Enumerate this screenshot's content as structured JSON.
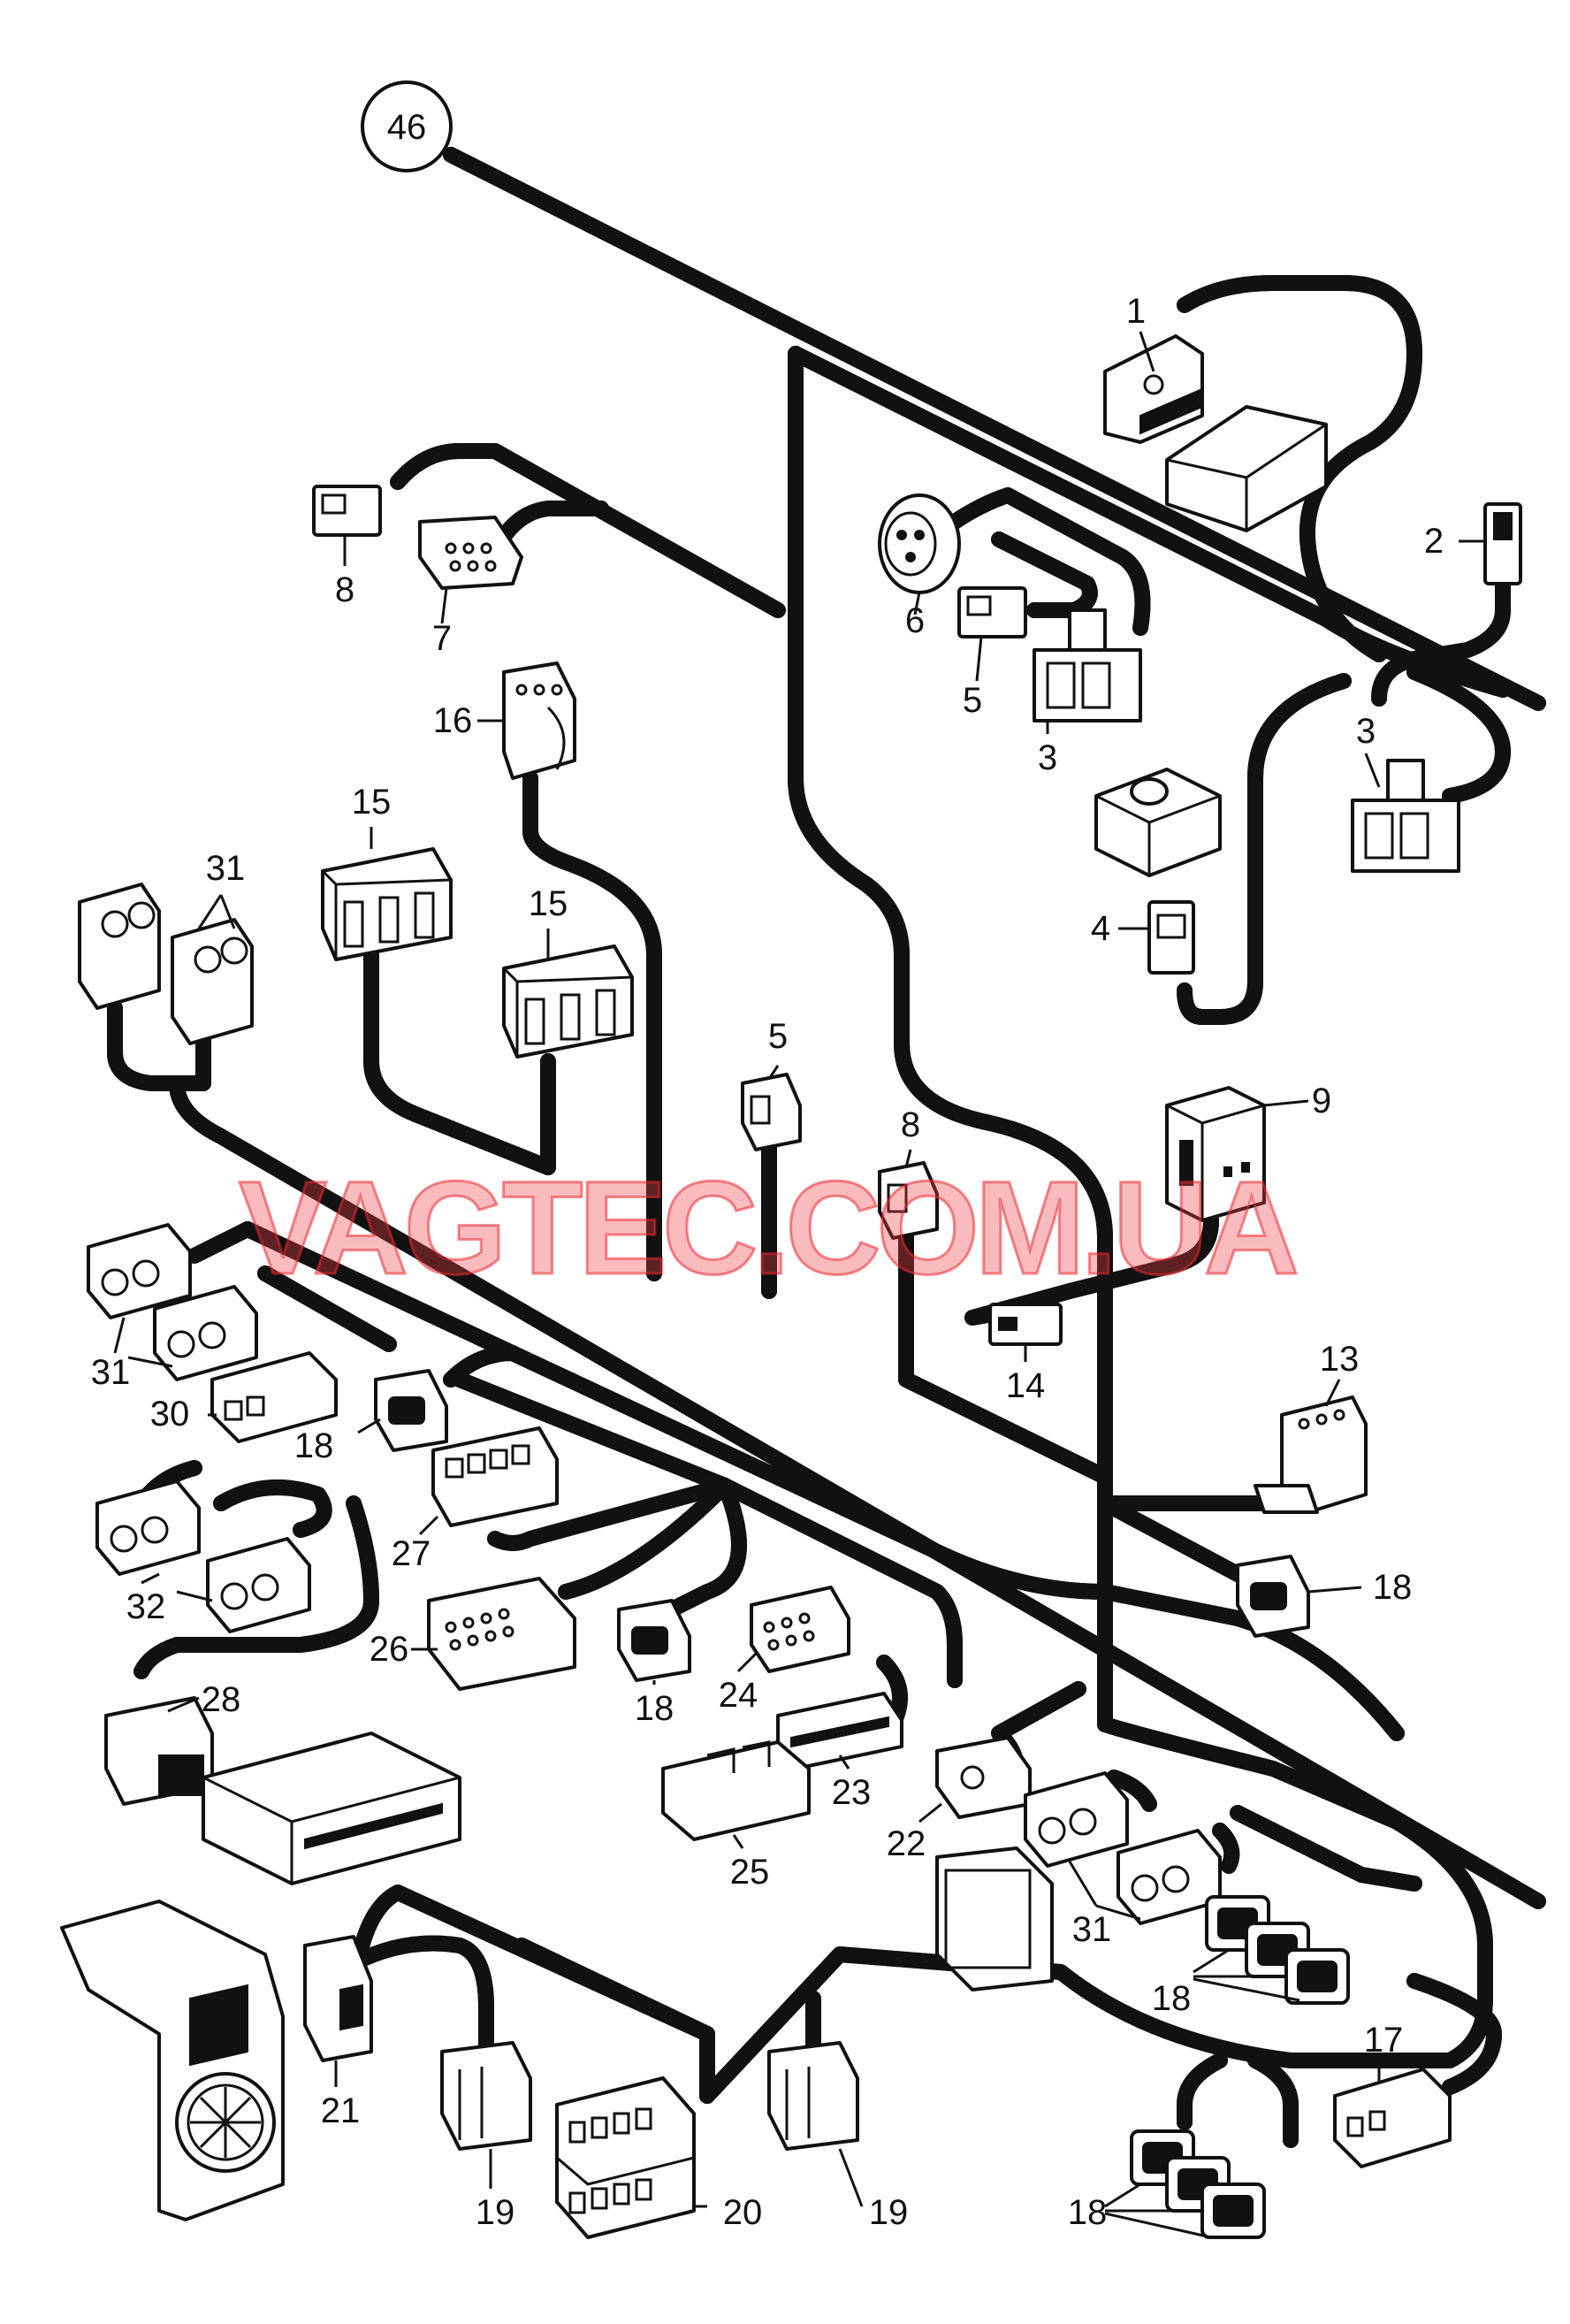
{
  "diagram": {
    "reference_number": "46",
    "watermark": "VAGTEC.COM.UA",
    "colors": {
      "line": "#111111",
      "background": "#ffffff",
      "watermark": "#f03c46"
    },
    "callouts": [
      {
        "id": "c1",
        "label": "1"
      },
      {
        "id": "c2",
        "label": "2"
      },
      {
        "id": "c3a",
        "label": "3"
      },
      {
        "id": "c3b",
        "label": "3"
      },
      {
        "id": "c4",
        "label": "4"
      },
      {
        "id": "c5a",
        "label": "5"
      },
      {
        "id": "c5b",
        "label": "5"
      },
      {
        "id": "c6",
        "label": "6"
      },
      {
        "id": "c7",
        "label": "7"
      },
      {
        "id": "c8a",
        "label": "8"
      },
      {
        "id": "c8b",
        "label": "8"
      },
      {
        "id": "c9",
        "label": "9"
      },
      {
        "id": "c13",
        "label": "13"
      },
      {
        "id": "c14",
        "label": "14"
      },
      {
        "id": "c15a",
        "label": "15"
      },
      {
        "id": "c15b",
        "label": "15"
      },
      {
        "id": "c16",
        "label": "16"
      },
      {
        "id": "c17",
        "label": "17"
      },
      {
        "id": "c18a",
        "label": "18"
      },
      {
        "id": "c18b",
        "label": "18"
      },
      {
        "id": "c18c",
        "label": "18"
      },
      {
        "id": "c18d",
        "label": "18"
      },
      {
        "id": "c18e",
        "label": "18"
      },
      {
        "id": "c19a",
        "label": "19"
      },
      {
        "id": "c19b",
        "label": "19"
      },
      {
        "id": "c20",
        "label": "20"
      },
      {
        "id": "c21",
        "label": "21"
      },
      {
        "id": "c22",
        "label": "22"
      },
      {
        "id": "c23",
        "label": "23"
      },
      {
        "id": "c24",
        "label": "24"
      },
      {
        "id": "c25",
        "label": "25"
      },
      {
        "id": "c26",
        "label": "26"
      },
      {
        "id": "c27",
        "label": "27"
      },
      {
        "id": "c28",
        "label": "28"
      },
      {
        "id": "c30",
        "label": "30"
      },
      {
        "id": "c31a",
        "label": "31"
      },
      {
        "id": "c31b",
        "label": "31"
      },
      {
        "id": "c31c",
        "label": "31"
      },
      {
        "id": "c32",
        "label": "32"
      }
    ]
  }
}
